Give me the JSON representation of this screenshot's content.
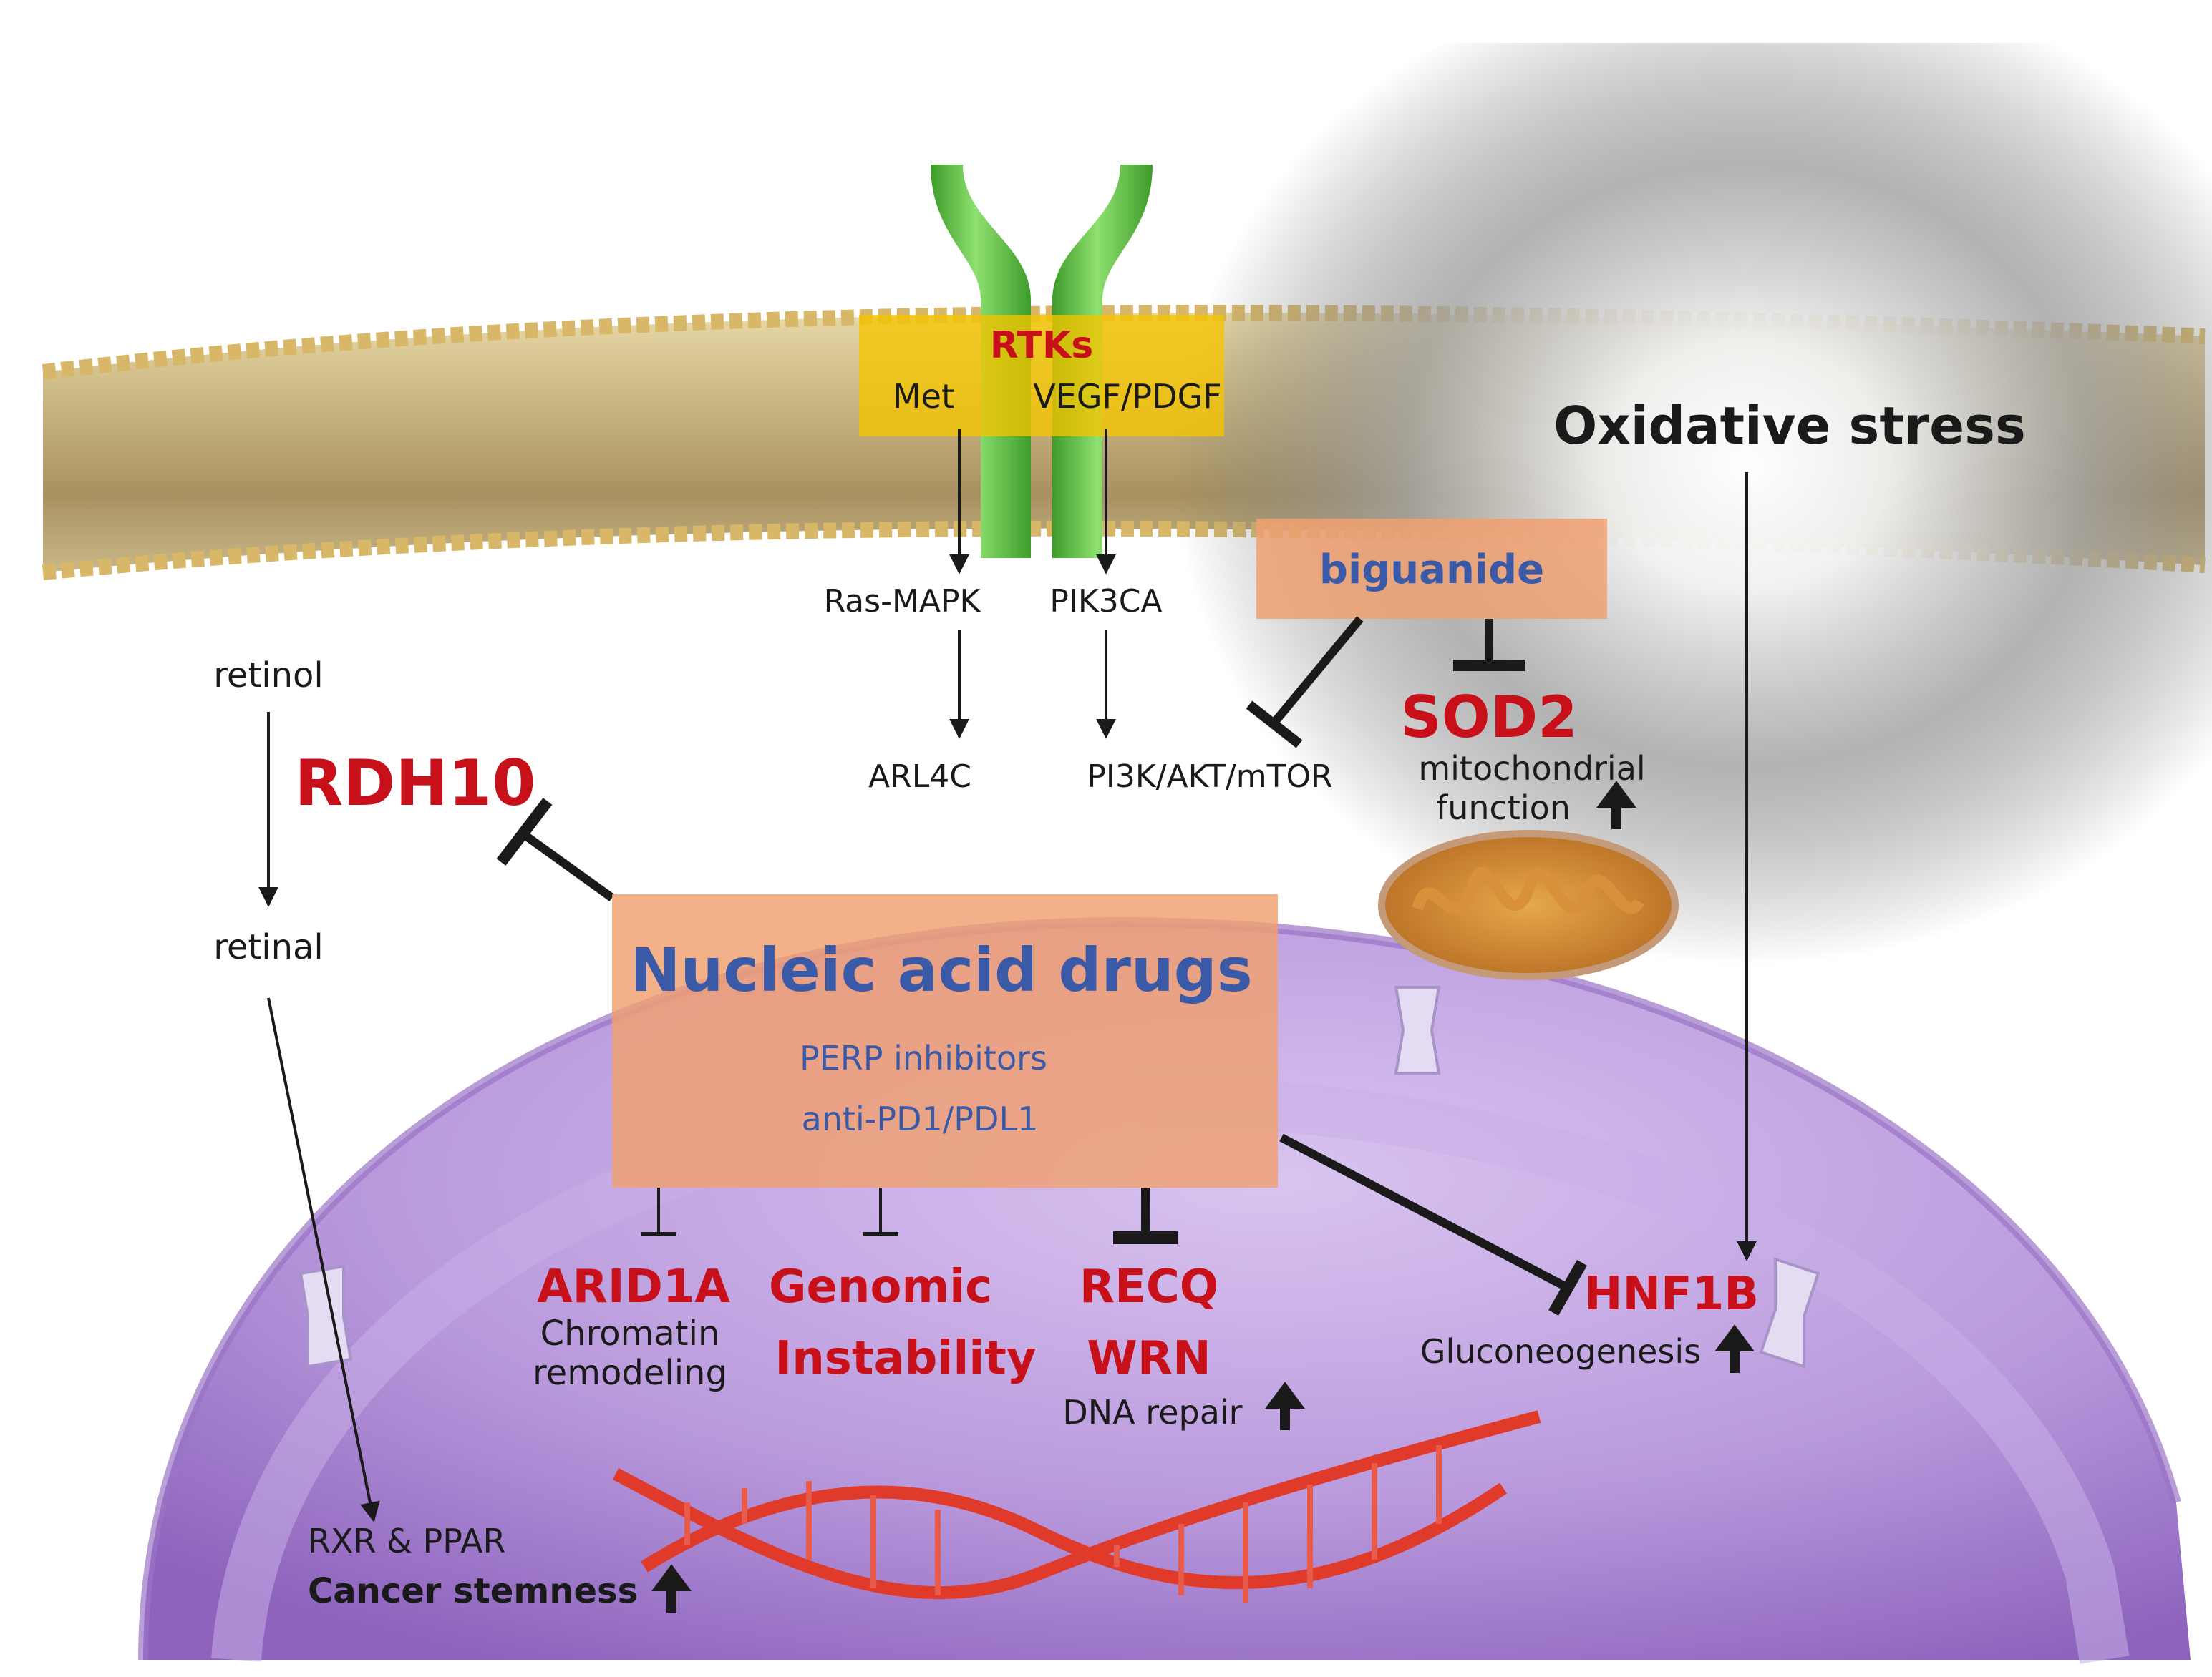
{
  "labels": {
    "rtks": "RTKs",
    "met": "Met",
    "vegf_pdgf": "VEGF/PDGF",
    "ras_mapk": "Ras-MAPK",
    "pik3ca": "PIK3CA",
    "arl4c": "ARL4C",
    "pi3k_akt_mtor": "PI3K/AKT/mTOR",
    "biguanide": "biguanide",
    "sod2": "SOD2",
    "mito_function_1": "mitochondrial",
    "mito_function_2": "function",
    "oxidative_stress": "Oxidative stress",
    "retinol": "retinol",
    "retinal": "retinal",
    "rdh10": "RDH10",
    "nucleic_acid_drugs": "Nucleic acid drugs",
    "perp_inhibitors": "PERP inhibitors",
    "anti_pd1": "anti-PD1/PDL1",
    "arid1a": "ARID1A",
    "chromatin_1": "Chromatin",
    "chromatin_2": "remodeling",
    "genomic_1": "Genomic",
    "genomic_2": "Instability",
    "recq": "RECQ",
    "wrn": "WRN",
    "dna_repair": "DNA repair",
    "hnf1b": "HNF1B",
    "gluconeogenesis": "Gluconeogenesis",
    "rxr_ppar": "RXR & PPAR",
    "cancer_stemness": "Cancer stemness"
  },
  "colors": {
    "red_label": "#c8101a",
    "blue_label": "#3a5aa8",
    "drug_box": "#f0a070",
    "rtk_box": "#f5c400",
    "receptor_green": "#5cc040",
    "nucleus": "#b898dc",
    "membrane": "#c8b078"
  }
}
